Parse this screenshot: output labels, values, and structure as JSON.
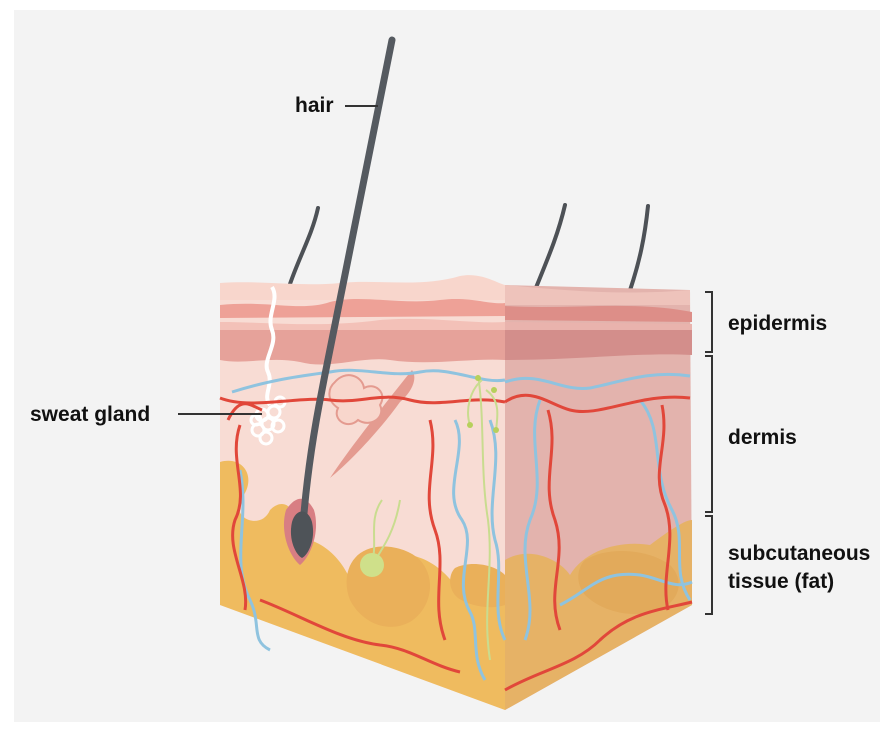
{
  "labels": {
    "hair": "hair",
    "sweat_gland": "sweat gland",
    "epidermis": "epidermis",
    "dermis": "dermis",
    "subcutaneous_line1": "subcutaneous",
    "subcutaneous_line2": "tissue (fat)"
  },
  "colors": {
    "background": "#f3f3f3",
    "epidermis_band": "#e9a49a",
    "epidermis_light": "#f7d5cc",
    "dermis": "#f6d3cb",
    "dermis_side": "#e4b1ac",
    "fat": "#efbd60",
    "vein": "#8fc2df",
    "artery": "#e0463a",
    "hair": "#555a60",
    "nerve": "#c5d88e"
  }
}
